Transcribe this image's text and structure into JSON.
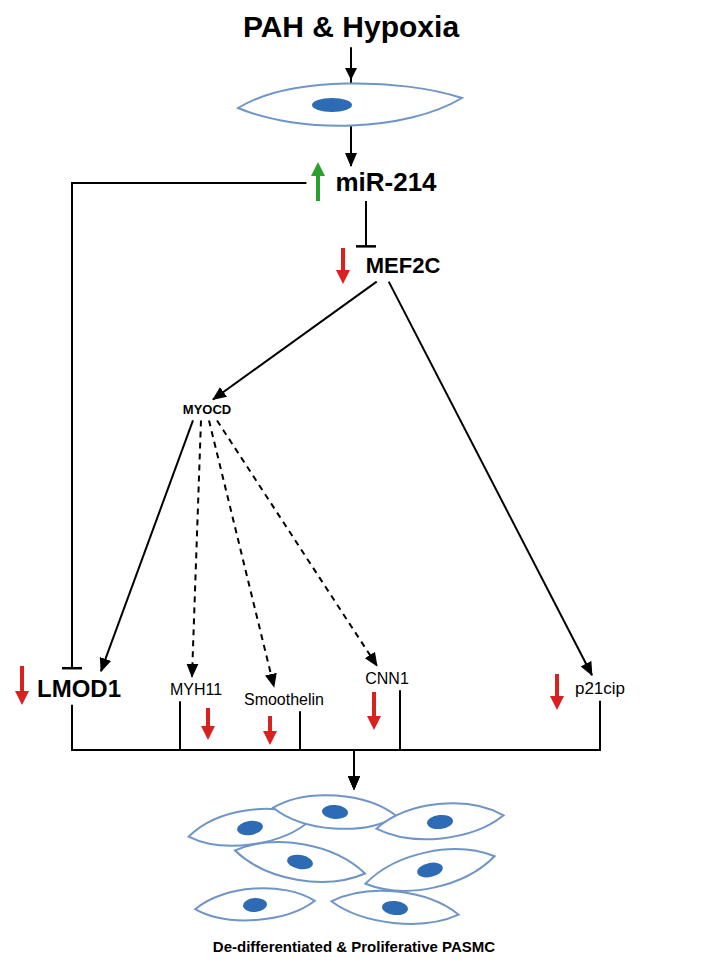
{
  "diagram": {
    "nodes": [
      {
        "text": [
          "PAH & Hypoxia"
        ]
      },
      {
        "text": [
          "miR-214"
        ]
      },
      {
        "text": [
          "MEF2C"
        ]
      },
      {
        "text": [
          "MYOCD"
        ]
      },
      {
        "text": [
          "LMOD1"
        ]
      },
      {
        "text": [
          "MYH11"
        ]
      },
      {
        "text": [
          "Smoothelin"
        ]
      },
      {
        "text": [
          "CNN1"
        ]
      },
      {
        "text": [
          "p21cip"
        ]
      },
      {
        "text": [
          "De-differentiated & Proliferative PASMC"
        ]
      }
    ],
    "edges": [
      {
        "from": 0,
        "to": 1,
        "arrow": "to"
      },
      {
        "from": 1,
        "to": 2,
        "arrow": "to"
      },
      {
        "from": 1,
        "to": 4,
        "arrow": "to"
      },
      {
        "from": 2,
        "to": 3,
        "arrow": "to"
      },
      {
        "from": 2,
        "to": 8,
        "arrow": "to"
      },
      {
        "from": 3,
        "to": 4,
        "arrow": "to"
      },
      {
        "from": 3,
        "to": 5,
        "arrow": "to"
      },
      {
        "from": 3,
        "to": 6,
        "arrow": "to"
      },
      {
        "from": 3,
        "to": 7,
        "arrow": "to"
      },
      {
        "from": 4,
        "to": 9,
        "arrow": "to"
      },
      {
        "from": 5,
        "to": 9,
        "arrow": "to"
      },
      {
        "from": 6,
        "to": 9,
        "arrow": "to"
      },
      {
        "from": 7,
        "to": 9,
        "arrow": "to"
      },
      {
        "from": 8,
        "to": 9,
        "arrow": "to"
      }
    ]
  }
}
